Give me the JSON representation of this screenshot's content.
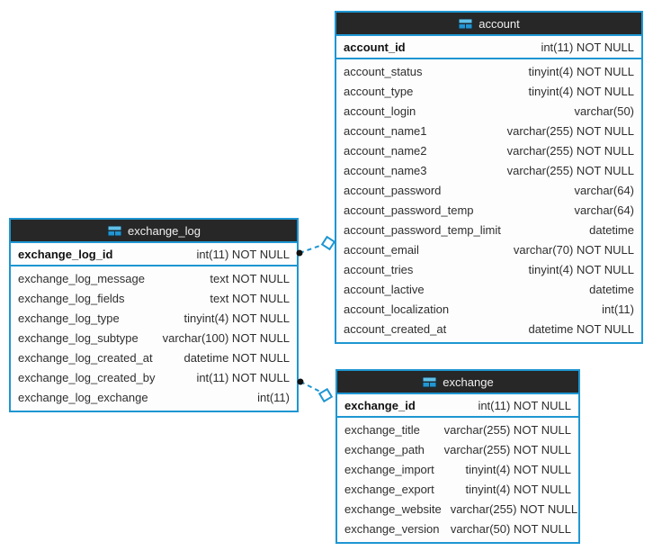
{
  "colors": {
    "accent": "#1e96d2",
    "header_bg": "#272727",
    "header_text": "#f0f0f0",
    "body_bg": "#fdfdfd",
    "row_text": "#2e2e2e",
    "relation_dot": "#111111"
  },
  "icons": {
    "table_icon": "table-grid-icon"
  },
  "tables": {
    "account": {
      "title": "account",
      "pk": {
        "name": "account_id",
        "type": "int(11) NOT NULL"
      },
      "rows": [
        {
          "name": "account_status",
          "type": "tinyint(4) NOT NULL"
        },
        {
          "name": "account_type",
          "type": "tinyint(4) NOT NULL"
        },
        {
          "name": "account_login",
          "type": "varchar(50)"
        },
        {
          "name": "account_name1",
          "type": "varchar(255) NOT NULL"
        },
        {
          "name": "account_name2",
          "type": "varchar(255) NOT NULL"
        },
        {
          "name": "account_name3",
          "type": "varchar(255) NOT NULL"
        },
        {
          "name": "account_password",
          "type": "varchar(64)"
        },
        {
          "name": "account_password_temp",
          "type": "varchar(64)"
        },
        {
          "name": "account_password_temp_limit",
          "type": "datetime"
        },
        {
          "name": "account_email",
          "type": "varchar(70) NOT NULL"
        },
        {
          "name": "account_tries",
          "type": "tinyint(4) NOT NULL"
        },
        {
          "name": "account_lactive",
          "type": "datetime"
        },
        {
          "name": "account_localization",
          "type": "int(11)"
        },
        {
          "name": "account_created_at",
          "type": "datetime NOT NULL"
        }
      ]
    },
    "exchange_log": {
      "title": "exchange_log",
      "pk": {
        "name": "exchange_log_id",
        "type": "int(11) NOT NULL"
      },
      "rows": [
        {
          "name": "exchange_log_message",
          "type": "text NOT NULL"
        },
        {
          "name": "exchange_log_fields",
          "type": "text NOT NULL"
        },
        {
          "name": "exchange_log_type",
          "type": "tinyint(4) NOT NULL"
        },
        {
          "name": "exchange_log_subtype",
          "type": "varchar(100) NOT NULL"
        },
        {
          "name": "exchange_log_created_at",
          "type": "datetime NOT NULL"
        },
        {
          "name": "exchange_log_created_by",
          "type": "int(11) NOT NULL"
        },
        {
          "name": "exchange_log_exchange",
          "type": "int(11)"
        }
      ]
    },
    "exchange": {
      "title": "exchange",
      "pk": {
        "name": "exchange_id",
        "type": "int(11) NOT NULL"
      },
      "rows": [
        {
          "name": "exchange_title",
          "type": "varchar(255) NOT NULL"
        },
        {
          "name": "exchange_path",
          "type": "varchar(255) NOT NULL"
        },
        {
          "name": "exchange_import",
          "type": "tinyint(4) NOT NULL"
        },
        {
          "name": "exchange_export",
          "type": "tinyint(4) NOT NULL"
        },
        {
          "name": "exchange_website",
          "type": "varchar(255) NOT NULL"
        },
        {
          "name": "exchange_version",
          "type": "varchar(50) NOT NULL"
        }
      ]
    }
  }
}
